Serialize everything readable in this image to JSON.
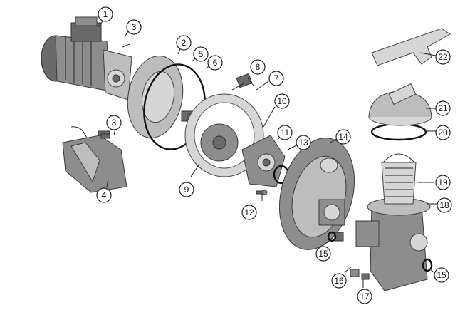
{
  "callouts": [
    {
      "id": "1",
      "label": "1"
    },
    {
      "id": "2",
      "label": "2"
    },
    {
      "id": "3a",
      "label": "3"
    },
    {
      "id": "3b",
      "label": "3"
    },
    {
      "id": "4",
      "label": "4"
    },
    {
      "id": "5",
      "label": "5"
    },
    {
      "id": "6",
      "label": "6"
    },
    {
      "id": "7",
      "label": "7"
    },
    {
      "id": "8",
      "label": "8"
    },
    {
      "id": "9",
      "label": "9"
    },
    {
      "id": "10",
      "label": "10"
    },
    {
      "id": "11",
      "label": "11"
    },
    {
      "id": "12",
      "label": "12"
    },
    {
      "id": "13",
      "label": "13"
    },
    {
      "id": "14",
      "label": "14"
    },
    {
      "id": "15a",
      "label": "15"
    },
    {
      "id": "15b",
      "label": "15"
    },
    {
      "id": "16",
      "label": "16"
    },
    {
      "id": "17",
      "label": "17"
    },
    {
      "id": "18",
      "label": "18"
    },
    {
      "id": "19",
      "label": "19"
    },
    {
      "id": "20",
      "label": "20"
    },
    {
      "id": "21",
      "label": "21"
    },
    {
      "id": "22",
      "label": "22"
    }
  ]
}
